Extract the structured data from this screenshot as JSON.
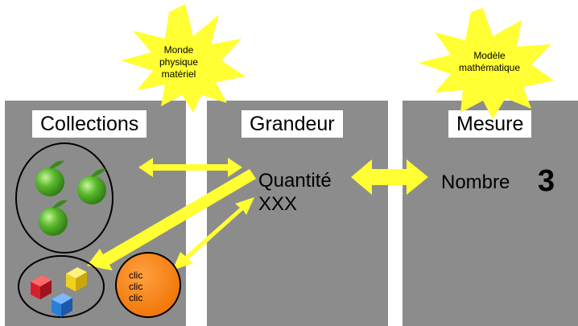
{
  "panels": {
    "collections": {
      "title": "Collections"
    },
    "grandeur": {
      "title": "Grandeur",
      "quantite": "Quantité",
      "xxx": "XXX"
    },
    "mesure": {
      "title": "Mesure",
      "nombre": "Nombre",
      "value": "3"
    }
  },
  "bursts": [
    {
      "lines": [
        "Monde",
        "physique",
        "matériel"
      ]
    },
    {
      "lines": [
        "Modèle",
        "mathématique"
      ]
    }
  ],
  "clic": {
    "lines": [
      "clic",
      "clic",
      "clic"
    ]
  },
  "colors": {
    "panel": "#8c8c8c",
    "burst": "#ffff33",
    "arrow": "#ffff33",
    "orange": "#ff7f0e",
    "apple": "#5ab82e",
    "cube_red": "#d8202a",
    "cube_yellow": "#f0d21c",
    "cube_blue": "#2a7fd8"
  },
  "icons": [
    "apple-icon",
    "cube-icon"
  ]
}
